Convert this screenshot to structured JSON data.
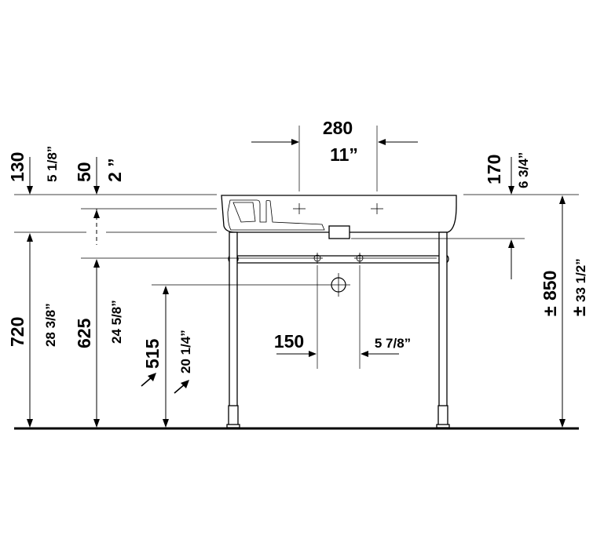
{
  "dimensions": {
    "top_spacing_mm": "280",
    "top_spacing_in": "11”",
    "rim_thickness_mm": "130",
    "rim_thickness_in": "5 1/8”",
    "bowl_offset_mm": "50",
    "bowl_offset_in": "2 ”",
    "drain_depth_mm": "170",
    "drain_depth_in": "6 3/4”",
    "floor_to_rim_mm": "720",
    "floor_to_rim_in": "28 3/8”",
    "floor_to_bottom_mm": "625",
    "floor_to_bottom_in": "24 5/8”",
    "waste_height_mm": "515",
    "waste_height_in": "20 1/4”",
    "waste_offset_mm": "150",
    "waste_offset_in": "5 7/8”",
    "total_height_mm": "850",
    "total_height_in": "33 1/2”",
    "plus_minus": "±"
  }
}
